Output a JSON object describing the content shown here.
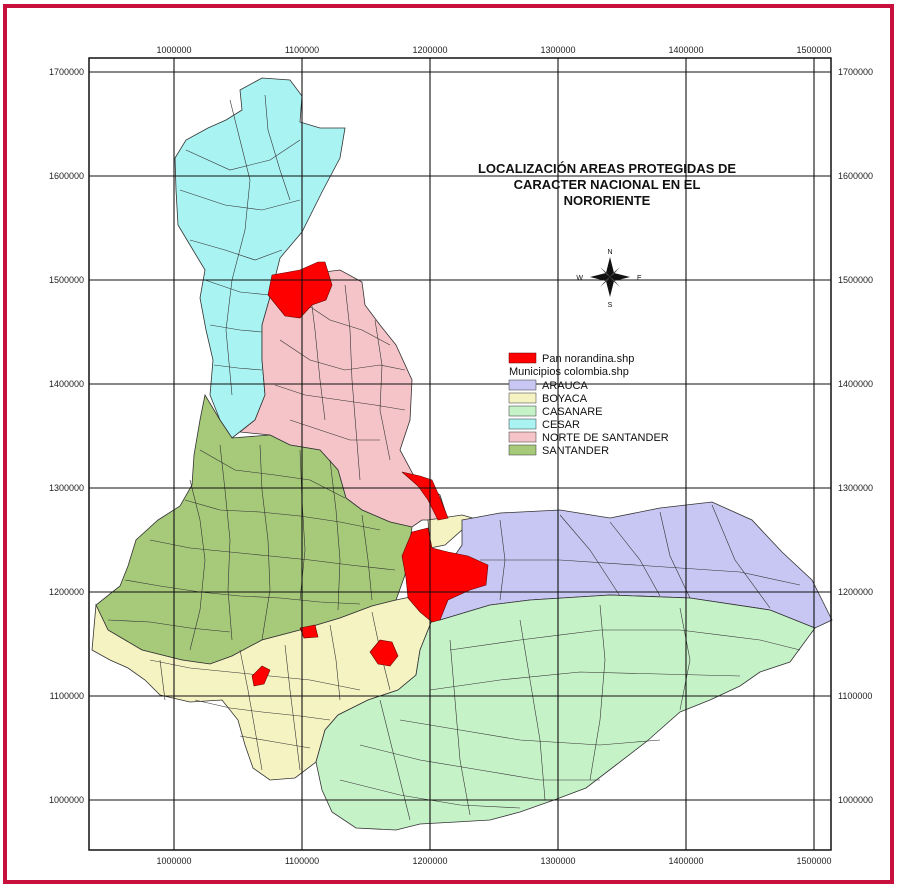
{
  "title_lines": [
    "LOCALIZACIÓN AREAS PROTEGIDAS DE",
    "CARACTER NACIONAL EN EL",
    "NORORIENTE"
  ],
  "x_ticks": [
    "1000000",
    "1100000",
    "1200000",
    "1300000",
    "1400000",
    "1500000"
  ],
  "y_ticks": [
    "1700000",
    "1600000",
    "1500000",
    "1400000",
    "1300000",
    "1200000",
    "1100000",
    "1000000"
  ],
  "compass": {
    "n": "N",
    "s": "S",
    "e": "E",
    "w": "W"
  },
  "legend": {
    "layer1": "Pan norandina.shp",
    "layer2": "Municipios colombia.shp",
    "items": [
      {
        "label": "ARAUCA",
        "color": "#c8c6f2"
      },
      {
        "label": "BOYACA",
        "color": "#f6f3c2"
      },
      {
        "label": "CASANARE",
        "color": "#c6f2c8"
      },
      {
        "label": "CESAR",
        "color": "#aaf3f3"
      },
      {
        "label": "NORTE DE SANTANDER",
        "color": "#f5c4c8"
      },
      {
        "label": "SANTANDER",
        "color": "#a6c97a"
      }
    ],
    "protected_color": "#ff0000"
  },
  "regions": {
    "ARAUCA": "#c8c6f2",
    "BOYACA": "#f6f3c2",
    "CASANARE": "#c6f2c8",
    "CESAR": "#aaf3f3",
    "NORTE DE SANTANDER": "#f5c4c8",
    "SANTANDER": "#a6c97a"
  }
}
